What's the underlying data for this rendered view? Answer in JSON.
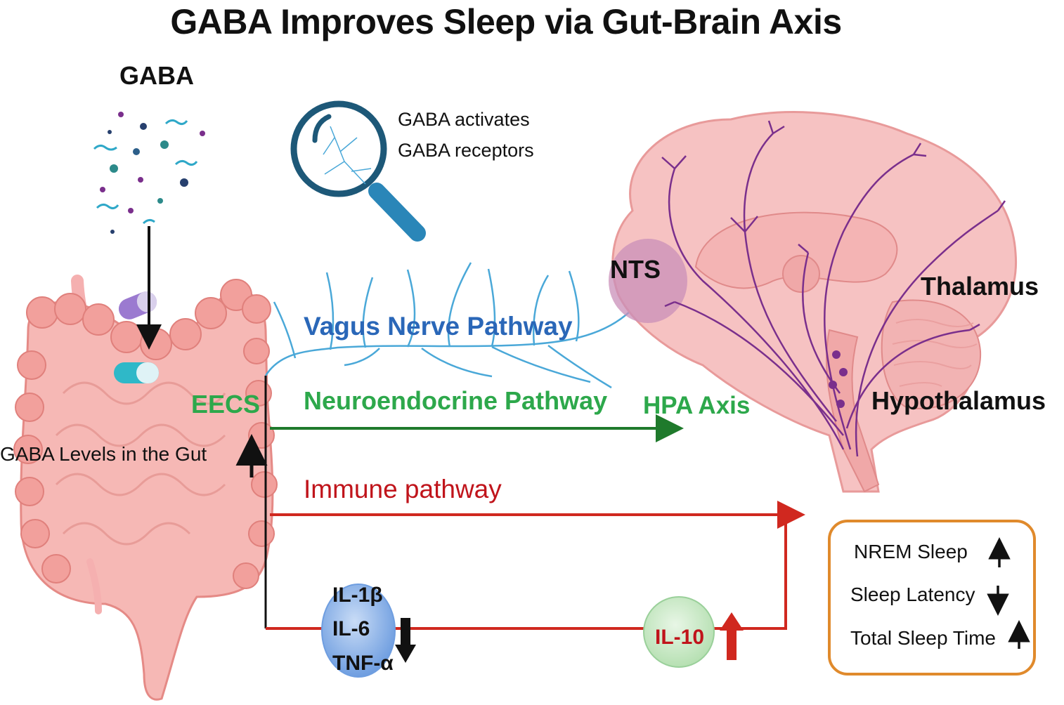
{
  "title": "GABA Improves Sleep via Gut-Brain Axis",
  "gaba_label": "GABA",
  "magnifier_text": [
    "GABA activates",
    "GABA receptors"
  ],
  "brain_labels": {
    "nts": "NTS",
    "thalamus": "Thalamus",
    "hypothalamus": "Hypothalamus"
  },
  "pathways": {
    "vagus": "Vagus Nerve Pathway",
    "neuroendocrine": "Neuroendocrine Pathway",
    "hpa": "HPA Axis",
    "immune": "Immune pathway"
  },
  "gut": {
    "eecs": "EECS",
    "levels": "GABA Levels in the Gut",
    "levels_arrow": "up"
  },
  "cytokines": {
    "down": [
      "IL-1β",
      "IL-6",
      "TNF-α"
    ],
    "up": "IL-10"
  },
  "outcomes": [
    {
      "label": "NREM Sleep",
      "direction": "up"
    },
    {
      "label": "Sleep Latency",
      "direction": "down"
    },
    {
      "label": "Total Sleep Time",
      "direction": "up"
    }
  ],
  "colors": {
    "vagus": "#2a67b8",
    "neuroendocrine": "#2da84b",
    "immune": "#c0141b",
    "outcome_border": "#e08a2c",
    "gut": "#f2a0a0",
    "brain": "#f6c2c2",
    "nerve": "#4aa8d8",
    "brain_nerves": "#7a2f8c"
  }
}
